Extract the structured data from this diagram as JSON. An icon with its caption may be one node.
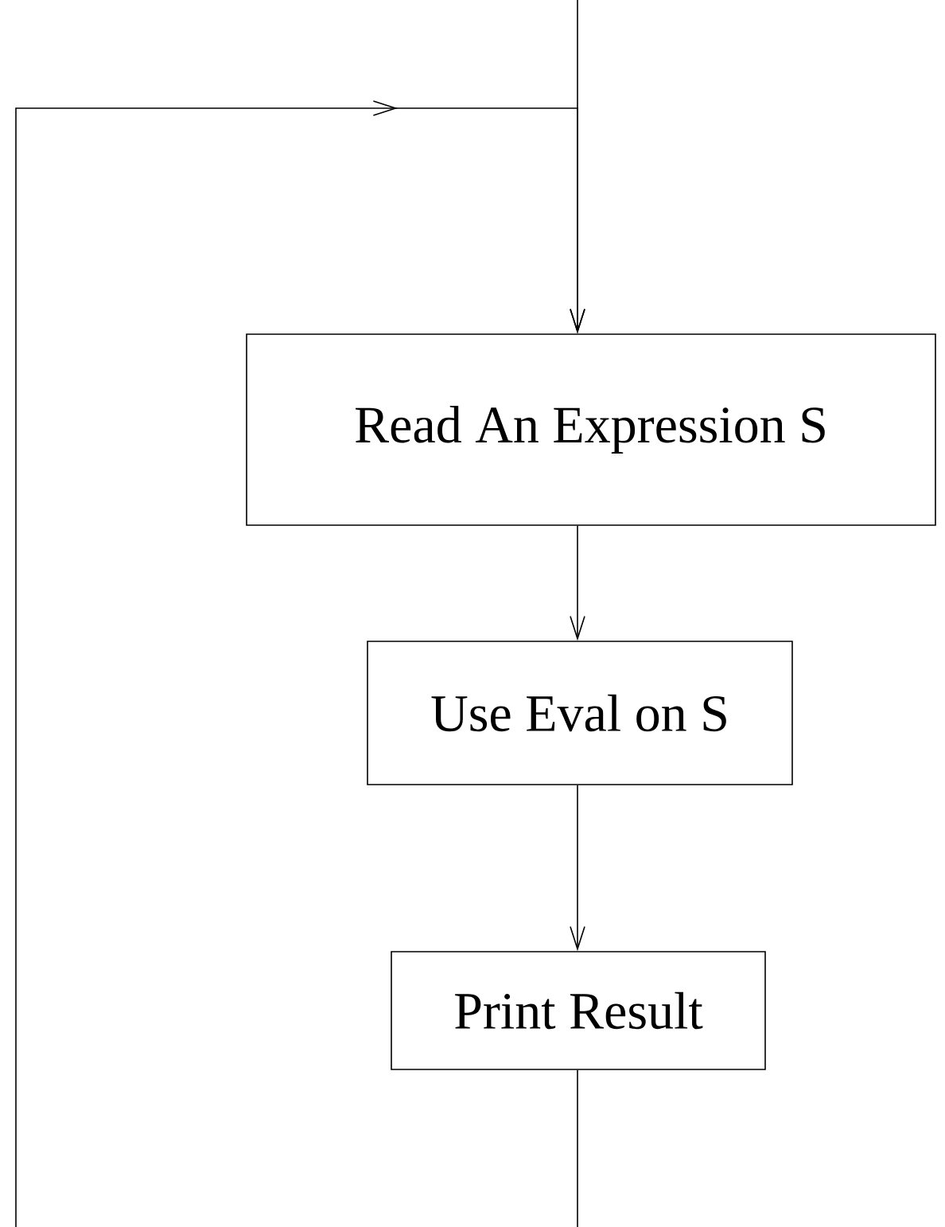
{
  "diagram": {
    "nodes": [
      {
        "text": [
          "Read An Expression S"
        ]
      },
      {
        "text": [
          "Use Eval on S"
        ]
      },
      {
        "text": [
          "Print Result"
        ]
      }
    ],
    "edges": [
      {
        "from": null,
        "to": 0,
        "arrow": "to"
      },
      {
        "from": null,
        "to": 0,
        "arrow": "to"
      },
      {
        "from": 0,
        "to": 1,
        "arrow": "to"
      },
      {
        "from": 1,
        "to": 2,
        "arrow": "to"
      },
      {
        "from": 2,
        "to": null,
        "arrow": "none"
      }
    ]
  }
}
